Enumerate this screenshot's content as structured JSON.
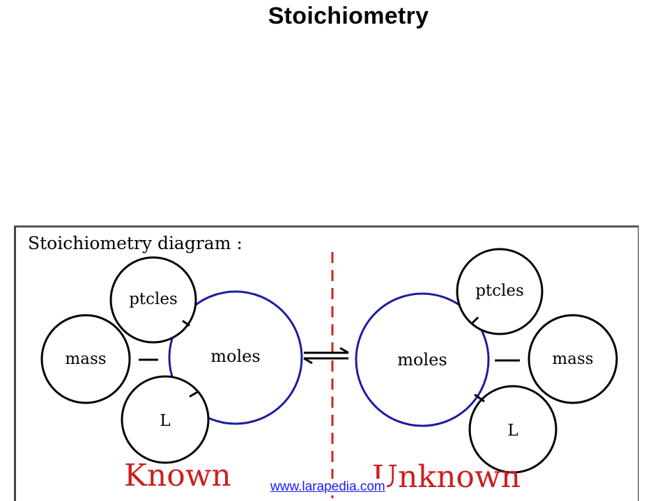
{
  "slide": {
    "title": "Stoichiometry"
  },
  "diagram": {
    "heading": "Stoichiometry diagram :",
    "known": {
      "label": "Known",
      "center": "moles",
      "satellites": {
        "top": "ptcles",
        "side": "mass",
        "bottom": "L"
      }
    },
    "unknown": {
      "label": "Unknown",
      "center": "moles",
      "satellites": {
        "top": "ptcles",
        "side": "mass",
        "bottom": "L"
      }
    },
    "colors": {
      "center_circle": "#1c1ca0",
      "divider": "#cc2222",
      "side_label": "#cc1f1f",
      "satellite_circle": "#000000"
    }
  },
  "footer": {
    "source_link": "www.larapedia.com"
  }
}
